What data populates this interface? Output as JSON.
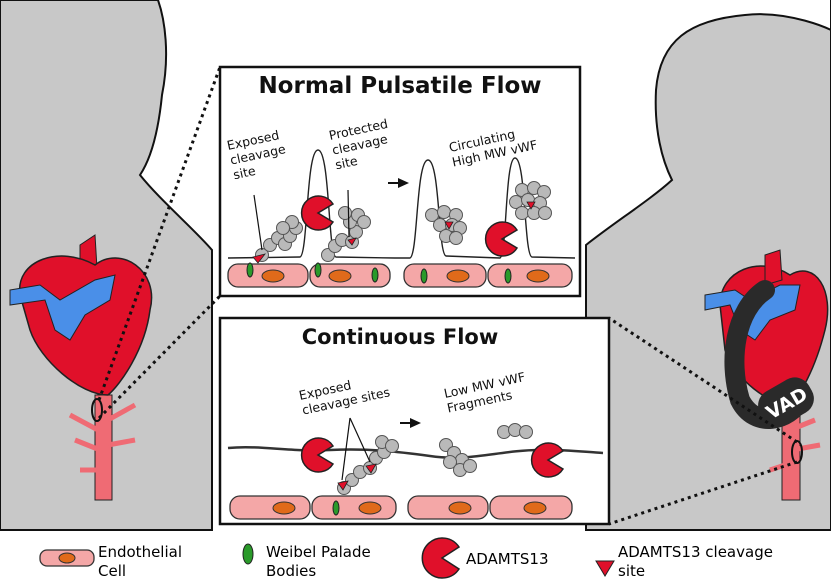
{
  "panels": {
    "normal": {
      "title": "Normal Pulsatile Flow",
      "label_exposed": "Exposed\ncleavage\nsite",
      "label_protected": "Protected\ncleavage\nsite",
      "label_circulating": "Circulating\nHigh MW vWF"
    },
    "continuous": {
      "title": "Continuous Flow",
      "label_exposed_sites": "Exposed\ncleavage sites",
      "label_fragments": "Low MW vWF\nFragments"
    }
  },
  "device_label": "VAD",
  "legend": {
    "endothelial": "Endothelial\nCell",
    "weibel": "Weibel Palade\nBodies",
    "adamts13": "ADAMTS13",
    "cleavage_site": "ADAMTS13 cleavage\nsite"
  },
  "colors": {
    "silhouette": "#c8c8c8",
    "heart_red": "#e0102a",
    "vessel_blue": "#4a8fe8",
    "cell_pink": "#f4a7a7",
    "nucleus_orange": "#e06a1a",
    "weibel_green": "#2a9a2a",
    "vwf_gray": "#b8b8b8"
  }
}
